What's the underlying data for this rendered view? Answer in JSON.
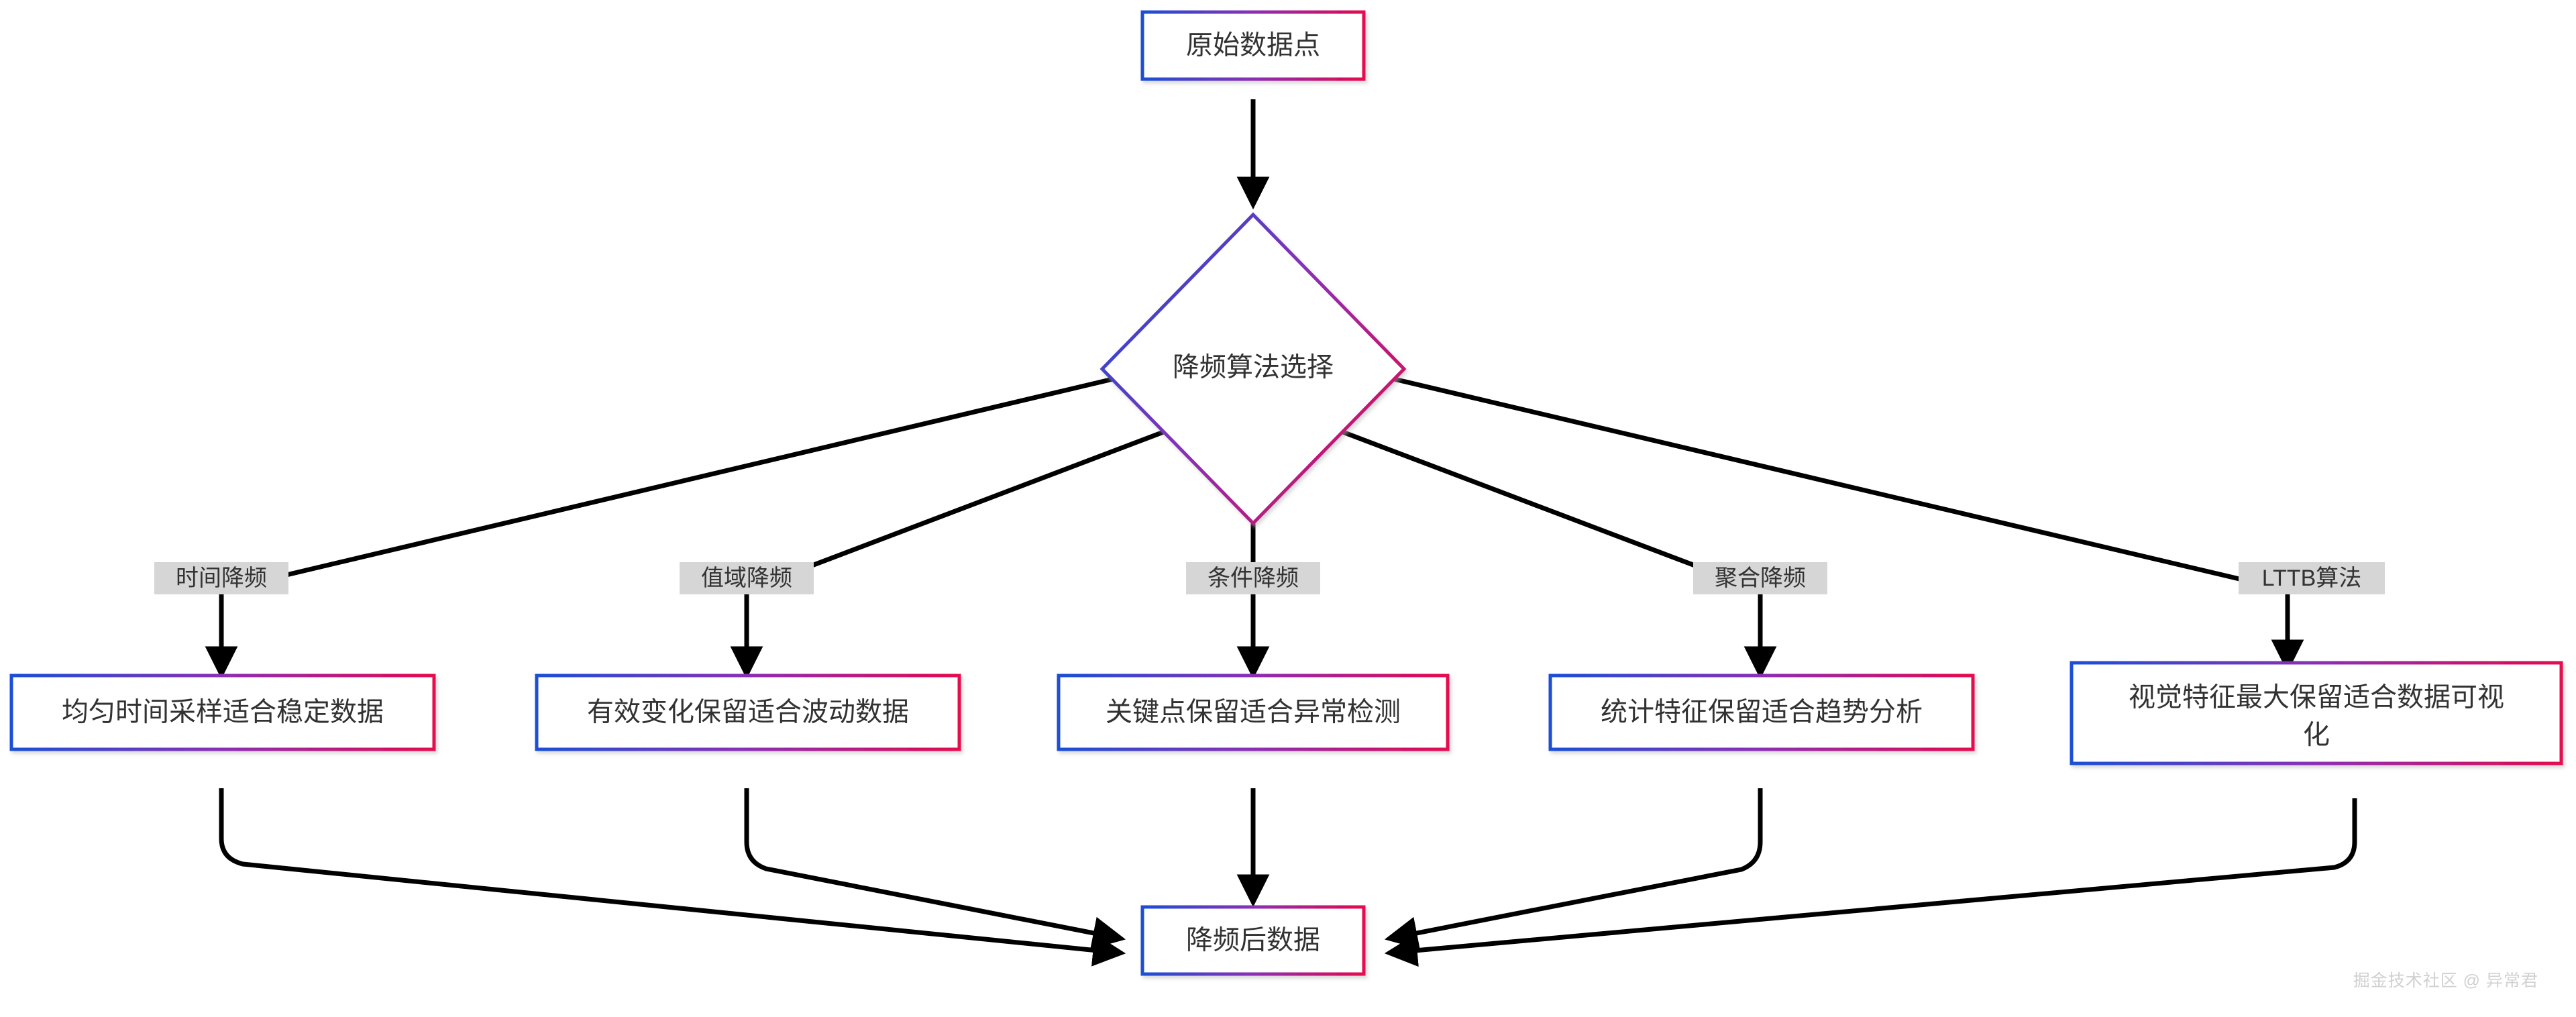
{
  "diagram": {
    "title": "降频算法选择流程图",
    "type": "flowchart",
    "direction": "top-down",
    "colors": {
      "gradient_start": "#1a4fd6",
      "gradient_mid": "#8b2fb5",
      "gradient_end": "#e4084f",
      "edge_stroke": "#000000",
      "edge_label_bg": "#d6d6d6",
      "node_fill": "#ffffff",
      "text": "#333333",
      "watermark": "#d0d0d0"
    },
    "nodes": {
      "source": {
        "label": "原始数据点",
        "shape": "rect"
      },
      "decision": {
        "label": "降频算法选择",
        "shape": "diamond"
      },
      "time": {
        "label": "均匀时间采样适合稳定数据",
        "shape": "rect"
      },
      "value": {
        "label": "有效变化保留适合波动数据",
        "shape": "rect"
      },
      "condition": {
        "label": "关键点保留适合异常检测",
        "shape": "rect"
      },
      "aggregate": {
        "label": "统计特征保留适合趋势分析",
        "shape": "rect"
      },
      "lttb_line1": {
        "label": "视觉特征最大保留适合数据可视",
        "shape": "rect"
      },
      "lttb_line2": {
        "label": "化",
        "shape": "rect"
      },
      "result": {
        "label": "降频后数据",
        "shape": "rect"
      }
    },
    "edge_labels": {
      "time": "时间降频",
      "value": "值域降频",
      "condition": "条件降频",
      "aggregate": "聚合降频",
      "lttb": "LTTB算法"
    }
  },
  "watermark": {
    "text": "掘金技术社区 @ 异常君"
  }
}
